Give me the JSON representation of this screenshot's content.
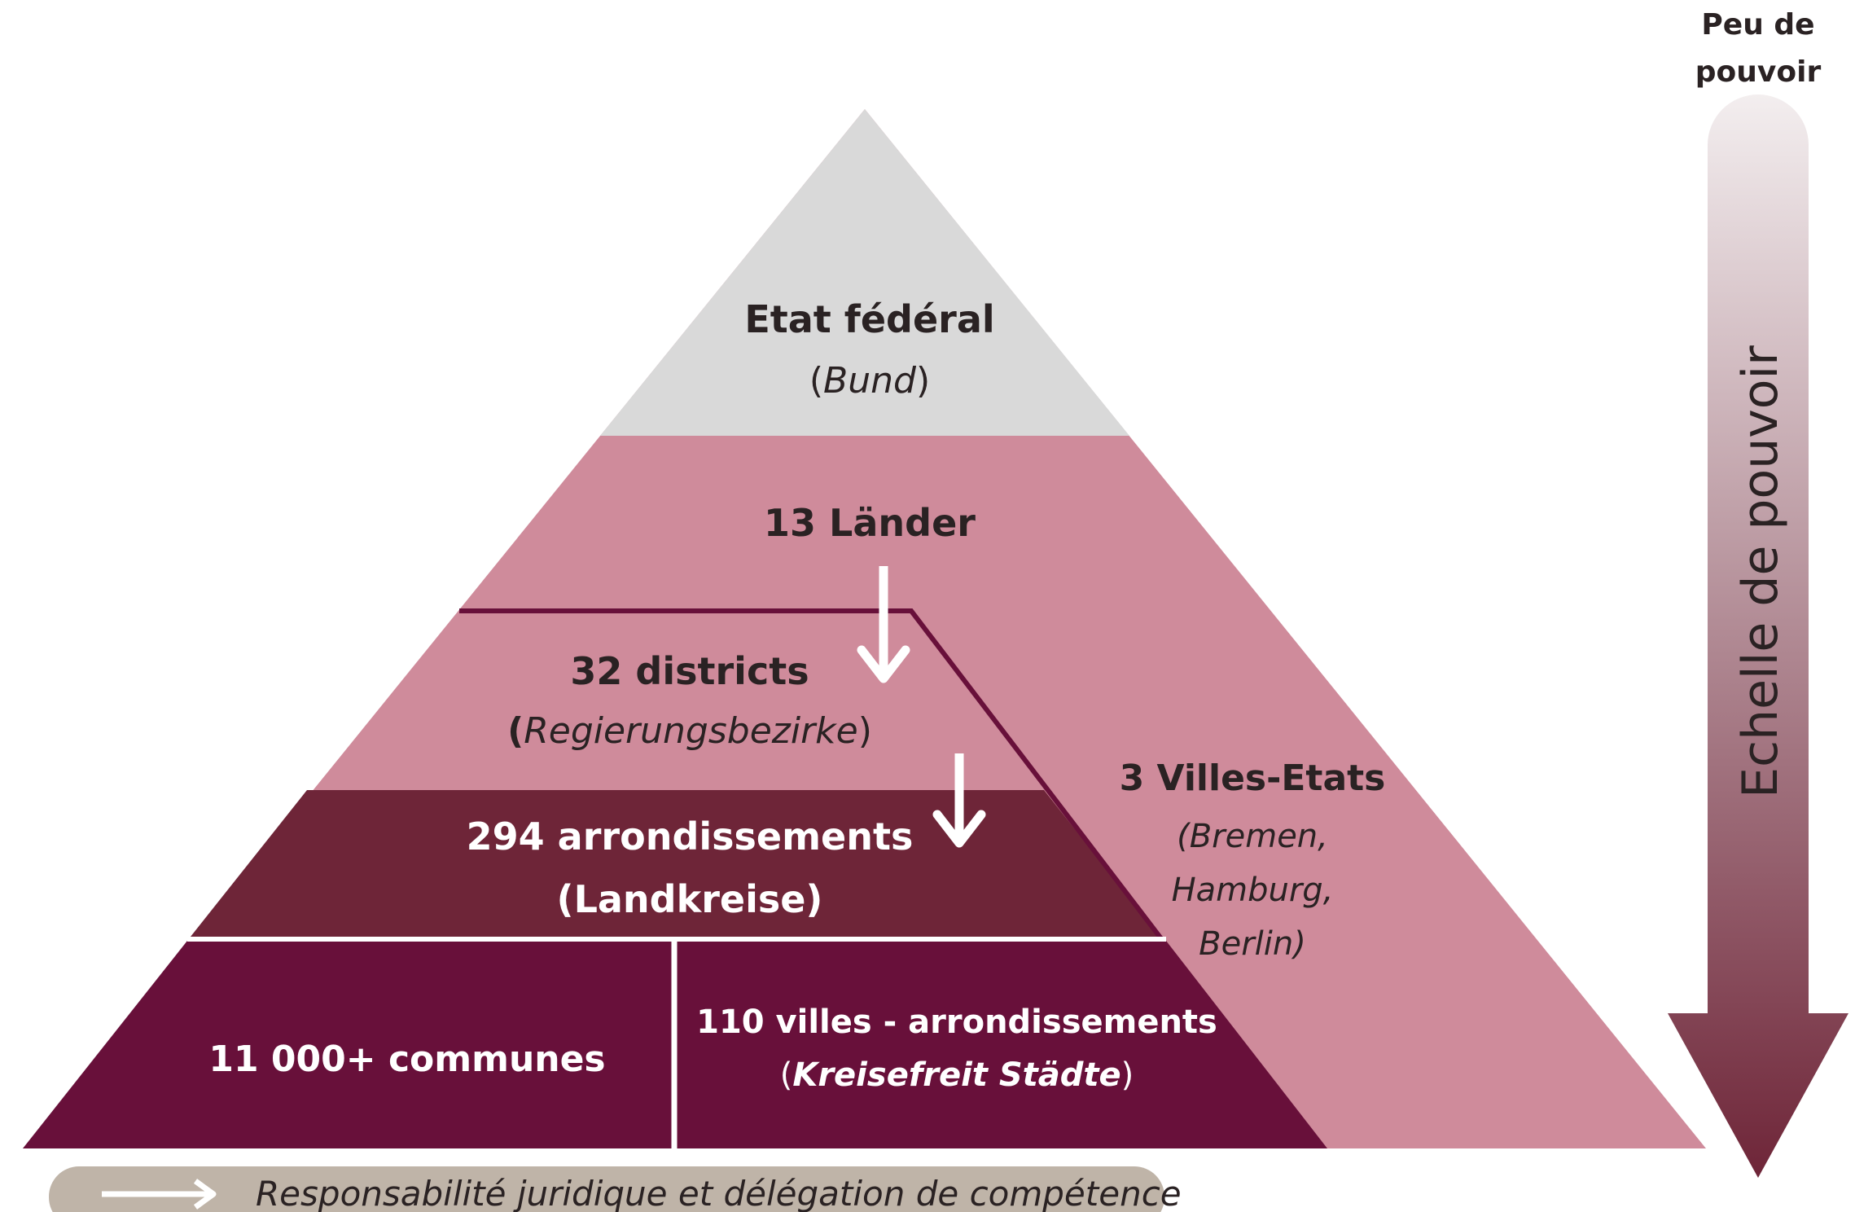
{
  "colors": {
    "apex": "#d9d9d9",
    "light_rose": "#cf8b9b",
    "medium_maroon": "#6e2538",
    "deep_maroon": "#68103a",
    "boundary_line": "#68103a",
    "legend_pill": "#bfb4a8",
    "scale_top": "#f3eeef",
    "scale_bottom": "#6e2538",
    "dark_text": "#2a2223",
    "light_text": "#ffffff"
  },
  "levels": {
    "federal": {
      "title": "Etat fédéral",
      "subtitle_open": "(",
      "subtitle": "Bund",
      "subtitle_close": ")"
    },
    "laender": {
      "title": "13 Länder"
    },
    "districts": {
      "title": "32 districts",
      "subtitle_open": "(",
      "subtitle": "Regierungsbezirke",
      "subtitle_close": ")"
    },
    "arrondissements": {
      "title": "294 arrondissements",
      "subtitle": "(Landkreise)"
    },
    "communes": {
      "title": "11 000+ communes"
    },
    "villes_arrondissements": {
      "title": "110 villes - arrondissements",
      "subtitle_open": "(",
      "subtitle": "Kreisefreit Städte",
      "subtitle_close": ")"
    },
    "villes_etats": {
      "title": "3 Villes-Etats",
      "lines": [
        "(Bremen,",
        "Hamburg,",
        "Berlin)"
      ]
    }
  },
  "scale": {
    "top_label_line1": "Peu de",
    "top_label_line2": "pouvoir",
    "axis_label": "Echelle de pouvoir",
    "arrow_icon": "down-arrow-icon"
  },
  "legend": {
    "label": "Responsabilité juridique et délégation de compétence",
    "arrow_icon": "right-arrow-icon"
  }
}
